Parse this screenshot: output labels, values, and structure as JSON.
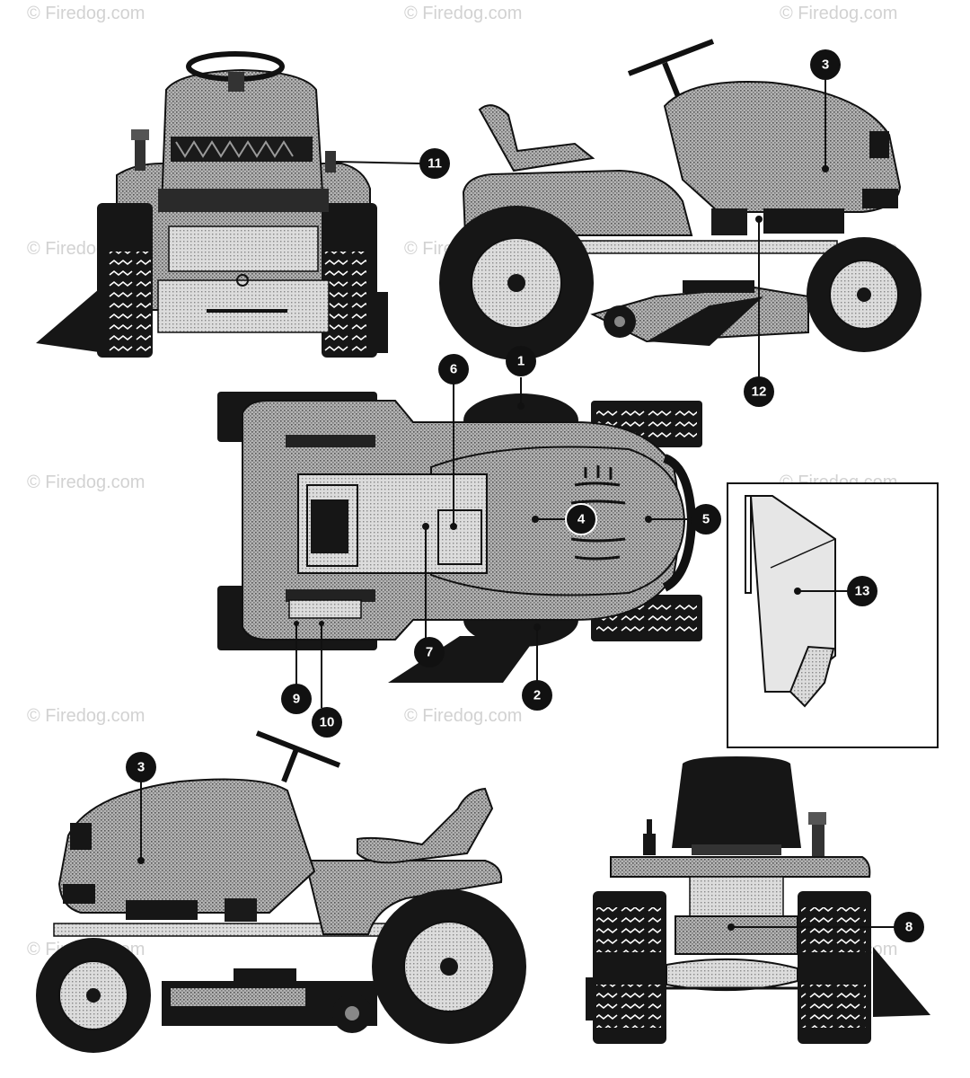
{
  "watermark": {
    "text": "© Firedog.com"
  },
  "callouts": [
    {
      "id": "c1",
      "label": "1"
    },
    {
      "id": "c2",
      "label": "2"
    },
    {
      "id": "c3a",
      "label": "3"
    },
    {
      "id": "c3b",
      "label": "3"
    },
    {
      "id": "c4",
      "label": "4"
    },
    {
      "id": "c5",
      "label": "5"
    },
    {
      "id": "c6",
      "label": "6"
    },
    {
      "id": "c7",
      "label": "7"
    },
    {
      "id": "c8",
      "label": "8"
    },
    {
      "id": "c9",
      "label": "9"
    },
    {
      "id": "c10",
      "label": "10"
    },
    {
      "id": "c11",
      "label": "11"
    },
    {
      "id": "c12",
      "label": "12"
    },
    {
      "id": "c13",
      "label": "13"
    }
  ],
  "colors": {
    "ink": "#111111",
    "body_fill": "#9a9a9a",
    "light_fill": "#cfcfcf",
    "tire": "#161616",
    "watermark": "#d2d2d2"
  }
}
